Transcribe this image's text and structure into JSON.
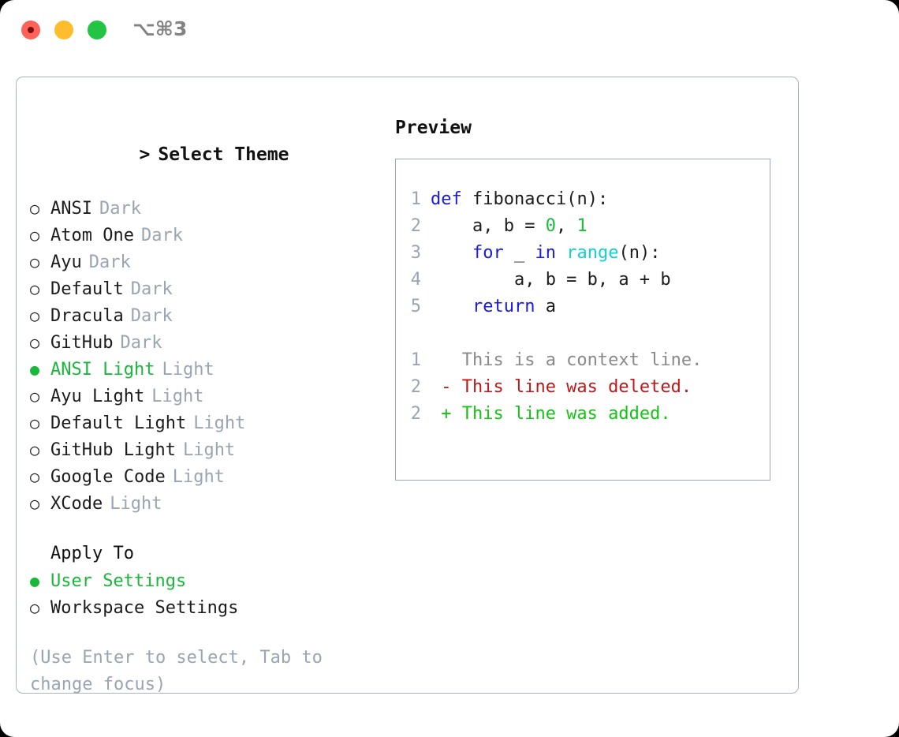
{
  "titlebar": {
    "shortcut": "⌥⌘3",
    "dots": [
      {
        "name": "close-button",
        "color": "#ff6259"
      },
      {
        "name": "minimize-button",
        "color": "#ffbd2e"
      },
      {
        "name": "maximize-button",
        "color": "#23c343"
      }
    ]
  },
  "theme_picker": {
    "heading": "Select Theme",
    "caret": ">",
    "bullet_selected": "●",
    "bullet_unselected": "○",
    "items": [
      {
        "label": "ANSI",
        "suffix": "Dark",
        "selected": false
      },
      {
        "label": "Atom One",
        "suffix": "Dark",
        "selected": false
      },
      {
        "label": "Ayu",
        "suffix": "Dark",
        "selected": false
      },
      {
        "label": "Default",
        "suffix": "Dark",
        "selected": false
      },
      {
        "label": "Dracula",
        "suffix": "Dark",
        "selected": false
      },
      {
        "label": "GitHub",
        "suffix": "Dark",
        "selected": false
      },
      {
        "label": "ANSI Light",
        "suffix": "Light",
        "selected": true
      },
      {
        "label": "Ayu Light",
        "suffix": "Light",
        "selected": false
      },
      {
        "label": "Default Light",
        "suffix": "Light",
        "selected": false
      },
      {
        "label": "GitHub Light",
        "suffix": "Light",
        "selected": false
      },
      {
        "label": "Google Code",
        "suffix": "Light",
        "selected": false
      },
      {
        "label": "XCode",
        "suffix": "Light",
        "selected": false
      }
    ]
  },
  "apply_to": {
    "heading": "Apply To",
    "items": [
      {
        "label": "User Settings",
        "selected": true
      },
      {
        "label": "Workspace Settings",
        "selected": false
      }
    ]
  },
  "hint": "(Use Enter to select, Tab to change focus)",
  "preview": {
    "heading": "Preview",
    "code": [
      {
        "num": "1",
        "tokens": [
          {
            "t": "def",
            "c": "kw"
          },
          {
            "t": " ",
            "c": "plain"
          },
          {
            "t": "fibonacci(n):",
            "c": "plain"
          }
        ]
      },
      {
        "num": "2",
        "tokens": [
          {
            "t": "    a, b = ",
            "c": "plain"
          },
          {
            "t": "0",
            "c": "num"
          },
          {
            "t": ", ",
            "c": "plain"
          },
          {
            "t": "1",
            "c": "num"
          }
        ]
      },
      {
        "num": "3",
        "tokens": [
          {
            "t": "    ",
            "c": "plain"
          },
          {
            "t": "for",
            "c": "kw"
          },
          {
            "t": " _ ",
            "c": "plain"
          },
          {
            "t": "in",
            "c": "kw"
          },
          {
            "t": " ",
            "c": "plain"
          },
          {
            "t": "range",
            "c": "fn"
          },
          {
            "t": "(n):",
            "c": "plain"
          }
        ]
      },
      {
        "num": "4",
        "tokens": [
          {
            "t": "        a, b = b, a + b",
            "c": "plain"
          }
        ]
      },
      {
        "num": "5",
        "tokens": [
          {
            "t": "    ",
            "c": "plain"
          },
          {
            "t": "return",
            "c": "kw"
          },
          {
            "t": " a",
            "c": "plain"
          }
        ]
      }
    ],
    "diff": [
      {
        "num": "1",
        "marker": " ",
        "text": "This is a context line.",
        "kind": "ctx"
      },
      {
        "num": "2",
        "marker": "-",
        "text": "This line was deleted.",
        "kind": "del"
      },
      {
        "num": "2",
        "marker": "+",
        "text": "This line was added.",
        "kind": "add"
      }
    ]
  },
  "colors": {
    "accent_green": "#18b83a",
    "muted": "#9aa4b2",
    "keyword": "#1a1ae0",
    "function": "#12d0d0",
    "number": "#18c033",
    "diff_add": "#14c414",
    "diff_del": "#c01818",
    "border": "#aab4c2"
  }
}
